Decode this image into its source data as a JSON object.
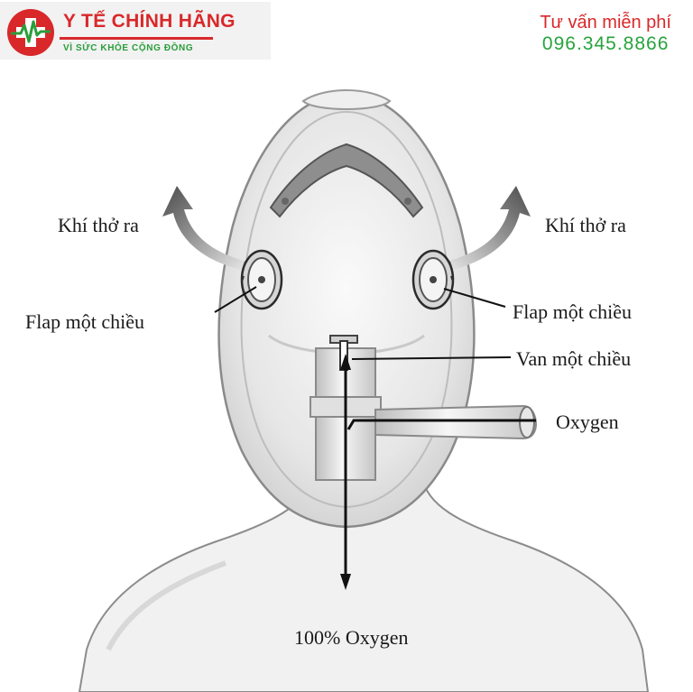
{
  "brand": {
    "name": "Y TẾ CHÍNH HÃNG",
    "tagline": "VÌ SỨC KHỎE CỘNG ĐỒNG",
    "icon": "heartbeat-cross-icon",
    "colors": {
      "red": "#d9282a",
      "green": "#2a9d3a"
    }
  },
  "contact": {
    "label": "Tư vấn miễn phí",
    "phone": "096.345.8866"
  },
  "labels": {
    "exhale_left": "Khí thở ra",
    "exhale_right": "Khí thở ra",
    "flap_left": "Flap một chiều",
    "flap_right": "Flap một chiều",
    "valve": "Van một chiều",
    "oxygen": "Oxygen",
    "bag": "100% Oxygen"
  }
}
